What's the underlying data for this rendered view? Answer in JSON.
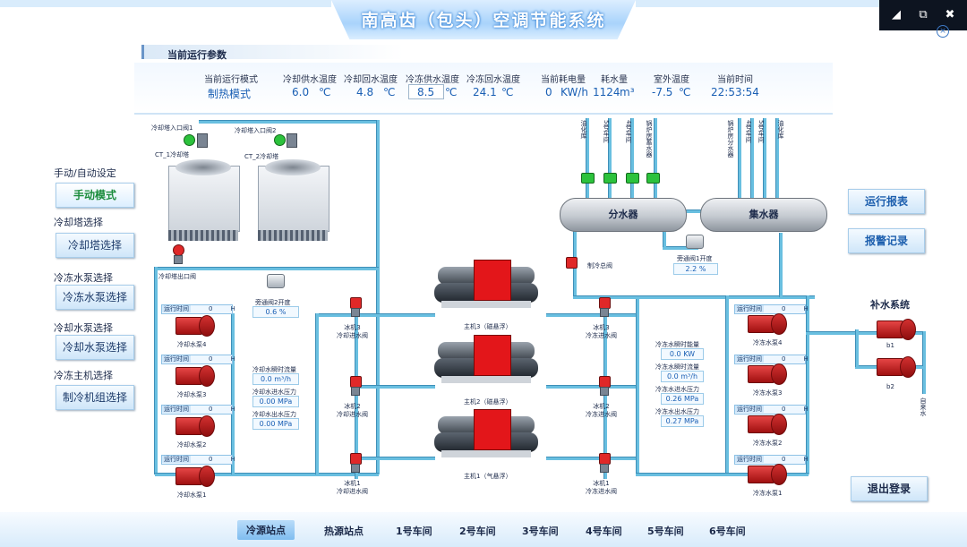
{
  "title": "南高齿（包头）空调节能系统",
  "section_title": "当前运行参数",
  "params": [
    {
      "label": "当前运行模式",
      "value": "制热模式"
    },
    {
      "label": "冷却供水温度",
      "value": "6.0",
      "unit": "℃"
    },
    {
      "label": "冷却回水温度",
      "value": "4.8",
      "unit": "℃"
    },
    {
      "label": "冷冻供水温度",
      "value": "8.5",
      "unit": "℃"
    },
    {
      "label": "冷冻回水温度",
      "value": "24.1",
      "unit": "℃"
    },
    {
      "label": "当前耗电量",
      "value": "0",
      "unit": "KW/h"
    },
    {
      "label": "耗水量",
      "value": "1124",
      "unit": "m³"
    },
    {
      "label": "室外温度",
      "value": "-7.5",
      "unit": "℃"
    },
    {
      "label": "当前时间",
      "value": "22:53:54"
    }
  ],
  "sidebar": [
    {
      "label": "手动/自动设定",
      "button": "手动模式"
    },
    {
      "label": "冷却塔选择",
      "button": "冷却塔选择"
    },
    {
      "label": "冷冻水泵选择",
      "button": "冷冻水泵选择"
    },
    {
      "label": "冷却水泵选择",
      "button": "冷却水泵选择"
    },
    {
      "label": "冷冻主机选择",
      "button": "制冷机组选择"
    }
  ],
  "right_buttons": {
    "report": "运行报表",
    "alarm": "报警记录",
    "logout": "退出登录"
  },
  "towers": {
    "inlet1": "冷却塔入口阀1",
    "inlet2": "冷却塔入口阀2",
    "ct1": "CT_1冷却塔",
    "ct2": "CT_2冷却塔",
    "outlet": "冷却塔出口阀"
  },
  "bypass2": {
    "label": "旁通阀2开度",
    "value": "0.6",
    "unit": "%"
  },
  "bypass1": {
    "label": "旁通阀1开度",
    "value": "2.2",
    "unit": "%"
  },
  "runtime": {
    "label": "运行时间",
    "value": "0",
    "unit": "H"
  },
  "cooling_pumps": [
    "冷却水泵4",
    "冷却水泵3",
    "冷却水泵2",
    "冷却水泵1"
  ],
  "chilled_pumps": [
    "冷冻水泵4",
    "冷冻水泵3",
    "冷冻水泵2",
    "冷冻水泵1"
  ],
  "cooling_stats": [
    {
      "label": "冷却水瞬时流量",
      "value": "0.0",
      "unit": "m³/h"
    },
    {
      "label": "冷却水进水压力",
      "value": "0.00",
      "unit": "MPa"
    },
    {
      "label": "冷却水出水压力",
      "value": "0.00",
      "unit": "MPa"
    }
  ],
  "chilled_stats": [
    {
      "label": "冷冻水瞬时能量",
      "value": "0.0",
      "unit": "KW"
    },
    {
      "label": "冷冻水瞬时流量",
      "value": "0.0",
      "unit": "m³/h"
    },
    {
      "label": "冷冻水进水压力",
      "value": "0.26",
      "unit": "MPa"
    },
    {
      "label": "冷冻水出水压力",
      "value": "0.27",
      "unit": "MPa"
    }
  ],
  "chillers": [
    "主机3（磁悬浮）",
    "主机2（磁悬浮）",
    "主机1（气悬浮）"
  ],
  "chiller_valves": {
    "cooling": [
      "冰机3\n冷却进水阀",
      "冰机2\n冷却进水阀",
      "冰机1\n冷却进水阀"
    ],
    "chilled": [
      "冰机3\n冷冻进水阀",
      "冰机2\n冷冻进水阀",
      "冰机1\n冷冻进水阀"
    ]
  },
  "heat_valve": "制冷总阀",
  "tanks": {
    "supply": "分水器",
    "return": "集水器"
  },
  "supply_branches": [
    "油化库",
    "5号车间",
    "4号车间",
    "锅炉房蓄水器"
  ],
  "return_branches": [
    "锅炉房分水器",
    "4号车间",
    "5号车间",
    "油化库"
  ],
  "makeup": {
    "title": "补水系统",
    "b1": "b1",
    "b2": "b2",
    "source": "自来水"
  },
  "nav": [
    "冷源站点",
    "热源站点",
    "1号车间",
    "2号车间",
    "3号车间",
    "4号车间",
    "5号车间",
    "6号车间"
  ]
}
